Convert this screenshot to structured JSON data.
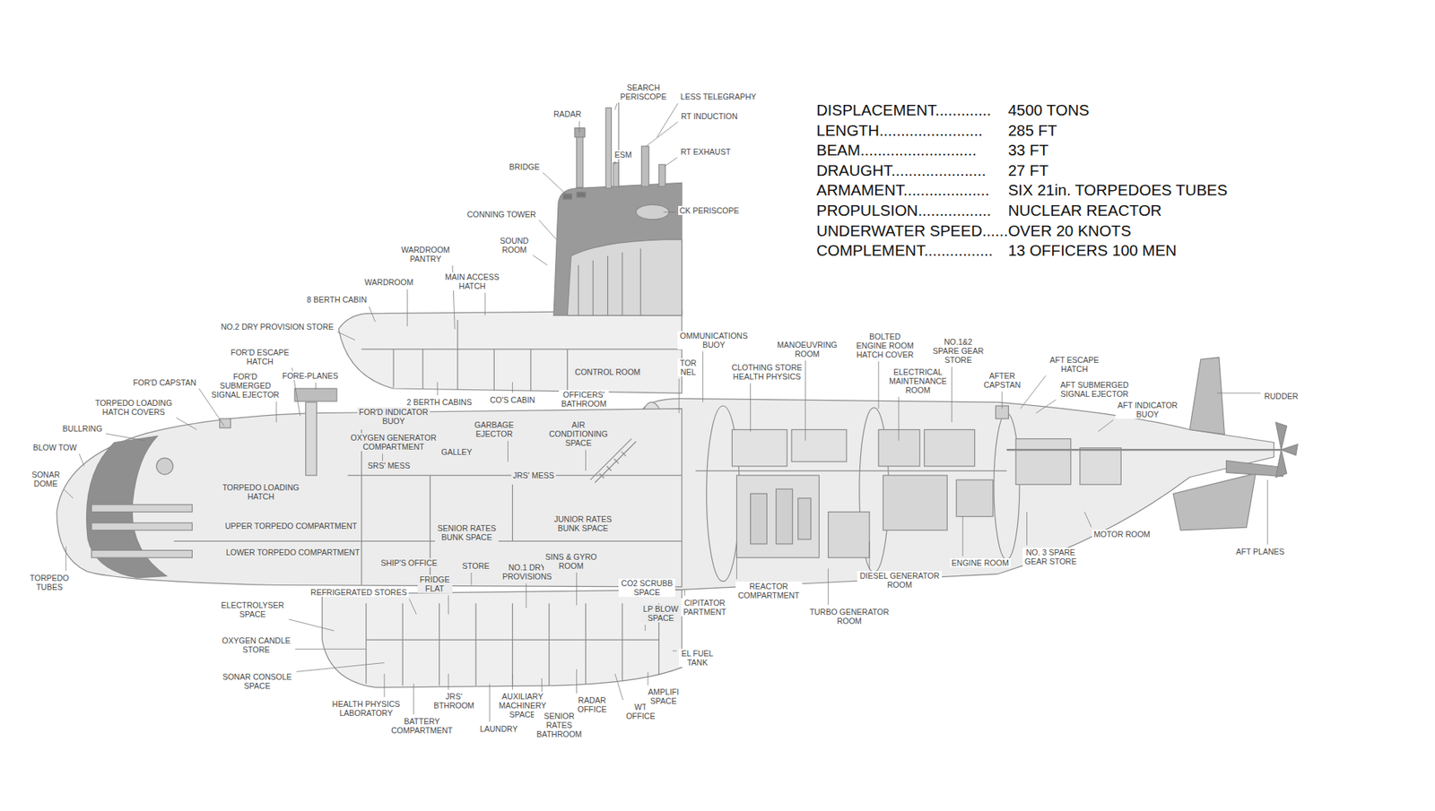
{
  "diagram": {
    "labels": [
      "SEARCH PERISCOPE",
      "LESS TELEGRAPHY",
      "RADAR",
      "RT INDUCTION",
      "ESM",
      "BRIDGE",
      "RT EXHAUST",
      "CK PERISCOPE",
      "CONNING TOWER",
      "SOUND ROOM",
      "WARDROOM PANTRY",
      "MAIN ACCESS HATCH",
      "WARDROOM",
      "8 BERTH CABIN",
      "NO.2 DRY PROVISION STORE",
      "CONTROL ROOM",
      "2 BERTH CABINS",
      "CO'S CABIN",
      "OFFICERS' BATHROOM",
      "FOR'D ESCAPE HATCH",
      "FOR'D SUBMERGED SIGNAL EJECTOR",
      "FORE-PLANES",
      "FOR'D CAPSTAN",
      "TORPEDO LOADING HATCH COVERS",
      "BULLRING",
      "BLOW TOW",
      "SONAR DOME",
      "TORPEDO TUBES",
      "FOR'D INDICATOR BUOY",
      "OXYGEN GENERATOR COMPARTMENT",
      "SRS' MESS",
      "GALLEY",
      "GARBAGE EJECTOR",
      "AIR CONDITIONING SPACE",
      "JRS' MESS",
      "TORPEDO LOADING HATCH",
      "UPPER TORPEDO COMPARTMENT",
      "LOWER TORPEDO COMPARTMENT",
      "SENIOR RATES BUNK SPACE",
      "JUNIOR RATES BUNK SPACE",
      "SHIP'S OFFICE",
      "STORE",
      "NO.1 DRY PROVISIONS",
      "SINS & GYRO ROOM",
      "FRIDGE FLAT",
      "REFRIGERATED STORES",
      "ELECTROLYSER SPACE",
      "OXYGEN CANDLE STORE",
      "SONAR CONSOLE SPACE",
      "HEALTH PHYSICS LABORATORY",
      "BATTERY COMPARTMENT",
      "JRS' BTHROOM",
      "LAUNDRY",
      "AUXILIARY MACHINERY SPACE",
      "SENIOR RATES BATHROOM",
      "RADAR OFFICE",
      "WT OFFICE",
      "AMPLIFI SPACE",
      "EL FUEL TANK",
      "LP BLOW SPACE",
      "CO2 SCRUBB SPACE",
      "CIPITATOR PARTMENT",
      "REACTOR COMPARTMENT",
      "TURBO GENERATOR ROOM",
      "DIESEL GENERATOR ROOM",
      "ENGINE ROOM",
      "NO. 3 SPARE GEAR STORE",
      "MOTOR ROOM",
      "AFT PLANES",
      "RUDDER",
      "AFT INDICATOR BUOY",
      "AFT SUBMERGED SIGNAL EJECTOR",
      "AFT ESCAPE HATCH",
      "AFTER CAPSTAN",
      "NO.1&2 SPARE GEAR STORE",
      "ELECTRICAL MAINTENANCE ROOM",
      "BOLTED ENGINE ROOM HATCH COVER",
      "MANOEUVRING ROOM",
      "CLOTHING STORE HEALTH PHYSICS",
      "OMMUNICATIONS BUOY",
      "TOR NEL",
      "DISPLACEMENT.............",
      "4500 TONS",
      "LENGTH........................",
      "285 FT",
      "BEAM...........................",
      "33 FT",
      "DRAUGHT......................",
      "27 FT",
      "ARMAMENT....................",
      "SIX 21in. TORPEDOES TUBES",
      "PROPULSION.................",
      "NUCLEAR REACTOR",
      "UNDERWATER SPEED......",
      "OVER 20 KNOTS",
      "COMPLEMENT................",
      "13 OFFICERS 100 MEN"
    ]
  }
}
